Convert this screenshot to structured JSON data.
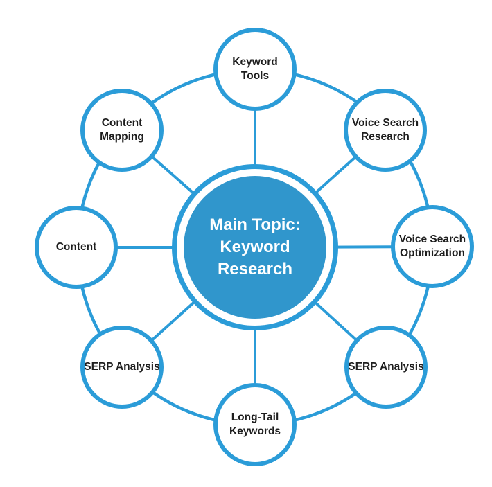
{
  "diagram": {
    "center": {
      "label": [
        "Main Topic:",
        "Keyword",
        "Research"
      ]
    },
    "nodes": [
      {
        "id": "keyword-tools",
        "label": [
          "Keyword",
          "Tools"
        ]
      },
      {
        "id": "voice-search-research",
        "label": [
          "Voice Search",
          "Research"
        ]
      },
      {
        "id": "voice-search-optimization",
        "label": [
          "Voice Search",
          "Optimization"
        ]
      },
      {
        "id": "serp-analysis-right",
        "label": [
          "SERP Analysis"
        ]
      },
      {
        "id": "long-tail-keywords",
        "label": [
          "Long-Tail",
          "Keywords"
        ]
      },
      {
        "id": "serp-analysis-left",
        "label": [
          "SERP Analysis"
        ]
      },
      {
        "id": "content",
        "label": [
          "Content"
        ]
      },
      {
        "id": "content-mapping",
        "label": [
          "Content",
          "Mapping"
        ]
      }
    ],
    "colors": {
      "accent": "#2B9CD8",
      "center_fill": "#3096CC",
      "node_background": "#FFFFFF",
      "node_text": "#1E1E1E",
      "center_text": "#FFFFFF",
      "background": "#FFFFFF"
    }
  }
}
